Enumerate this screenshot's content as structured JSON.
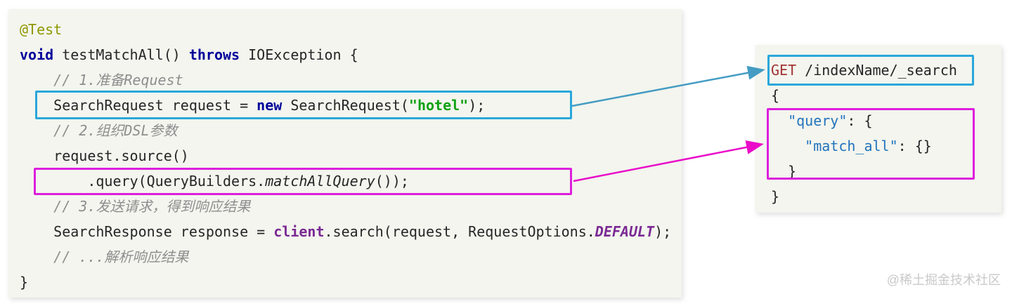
{
  "colors": {
    "panel_bg": "#f3f5ee",
    "plain": "#262626",
    "keyword": "#00009a",
    "annotation": "#8e9700",
    "comment": "#8e8e8e",
    "string": "#0ea112",
    "member": "#7b2a94",
    "http_method": "#a33434",
    "json_key": "#2273bd",
    "cyan_box": "#2aa7db",
    "cyan_arrow": "#449cc3",
    "magenta_box": "#dd1edd",
    "magenta_arrow": "#ea0cc9",
    "watermark": "#c9c9c9"
  },
  "code_panel": {
    "language": "java",
    "lines": [
      {
        "segments": [
          {
            "t": "@Test",
            "c": "annotation"
          }
        ]
      },
      {
        "segments": [
          {
            "t": "void",
            "c": "keyword"
          },
          {
            "t": " testMatchAll() "
          },
          {
            "t": "throws",
            "c": "keyword"
          },
          {
            "t": " IOException {"
          }
        ]
      },
      {
        "segments": [
          {
            "t": "    // 1.准备Request",
            "c": "comment"
          }
        ]
      },
      {
        "highlight": "cyan",
        "segments": [
          {
            "t": "    SearchRequest request = "
          },
          {
            "t": "new",
            "c": "keyword"
          },
          {
            "t": " SearchRequest("
          },
          {
            "t": "\"hotel\"",
            "c": "string"
          },
          {
            "t": ");"
          }
        ]
      },
      {
        "segments": [
          {
            "t": "    // 2.组织DSL参数",
            "c": "comment"
          }
        ]
      },
      {
        "segments": [
          {
            "t": "    request.source()"
          }
        ]
      },
      {
        "highlight": "magenta",
        "segments": [
          {
            "t": "        .query(QueryBuilders."
          },
          {
            "t": "matchAllQuery",
            "c": "method"
          },
          {
            "t": "());"
          }
        ]
      },
      {
        "segments": [
          {
            "t": "    // 3.发送请求，得到响应结果",
            "c": "comment"
          }
        ]
      },
      {
        "segments": [
          {
            "t": "    SearchResponse response = "
          },
          {
            "t": "client",
            "c": "member"
          },
          {
            "t": ".search(request, RequestOptions."
          },
          {
            "t": "DEFAULT",
            "c": "constant"
          },
          {
            "t": ");"
          }
        ]
      },
      {
        "segments": [
          {
            "t": "    // ...解析响应结果",
            "c": "comment"
          }
        ]
      },
      {
        "segments": [
          {
            "t": "}"
          }
        ]
      }
    ]
  },
  "dsl_panel": {
    "language": "elasticsearch-dsl",
    "lines": [
      {
        "highlight": "cyan",
        "segments": [
          {
            "t": "GET",
            "c": "http"
          },
          {
            "t": " /indexName/_search"
          }
        ]
      },
      {
        "segments": [
          {
            "t": "{"
          }
        ]
      },
      {
        "highlight": "magenta",
        "segments": [
          {
            "t": "  "
          },
          {
            "t": "\"query\"",
            "c": "key"
          },
          {
            "t": ": {"
          }
        ]
      },
      {
        "highlight": "magenta",
        "segments": [
          {
            "t": "    "
          },
          {
            "t": "\"match_all\"",
            "c": "key"
          },
          {
            "t": ": {}"
          }
        ]
      },
      {
        "highlight": "magenta",
        "segments": [
          {
            "t": "  }"
          }
        ]
      },
      {
        "segments": [
          {
            "t": "}"
          }
        ]
      }
    ]
  },
  "watermark": {
    "text": "@稀土掘金技术社区"
  }
}
